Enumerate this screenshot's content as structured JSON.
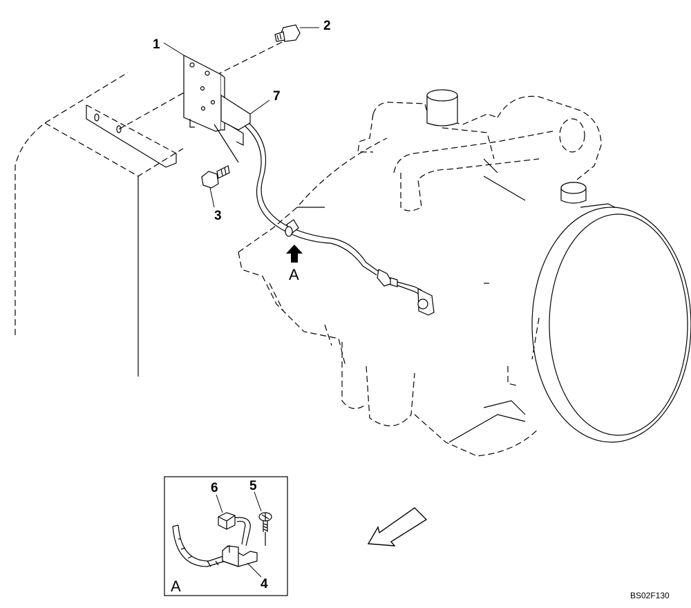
{
  "callouts": {
    "bracket": "1",
    "bolt_top": "2",
    "bolt_lower": "3",
    "tie_band": "4",
    "screw": "5",
    "clip": "6",
    "sensor_harness": "7"
  },
  "view_marker": {
    "letter": "A"
  },
  "detail_view": {
    "letter": "A"
  },
  "drawing_number": "BS02F130",
  "icons": [
    "view-arrow-icon",
    "direction-arrow-icon"
  ]
}
